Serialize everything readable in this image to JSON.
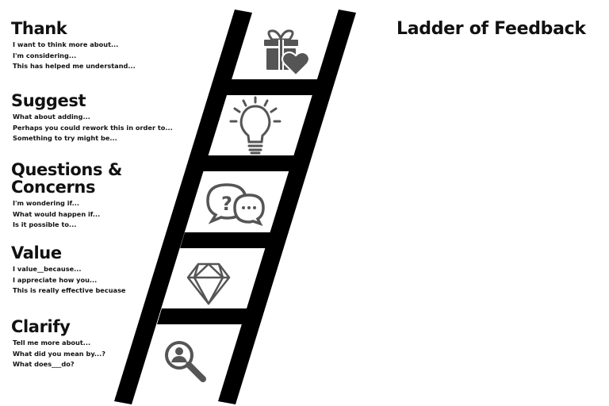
{
  "title": "Ladder of Feedback",
  "steps": [
    {
      "title": "Thank",
      "prompts": [
        "I want to think more about...",
        "I'm considering...",
        "This has helped me understand..."
      ],
      "icon": "gift-heart-icon"
    },
    {
      "title": "Suggest",
      "prompts": [
        "What about adding...",
        "Perhaps you could rework this in order to...",
        "Something to try might be..."
      ],
      "icon": "lightbulb-icon"
    },
    {
      "title": "Questions & Concerns",
      "prompts": [
        "I'm wondering if...",
        "What would happen if...",
        "Is it possible to..."
      ],
      "icon": "question-chat-icon"
    },
    {
      "title": "Value",
      "prompts": [
        "I value__because...",
        "I appreciate how you...",
        "This is really effective becuase"
      ],
      "icon": "diamond-icon"
    },
    {
      "title": "Clarify",
      "prompts": [
        "Tell me more about...",
        "What did you mean by...?",
        "What does___do?"
      ],
      "icon": "magnify-person-icon"
    }
  ],
  "colors": {
    "ladder": "#000000",
    "icon": "#555555",
    "background": "#ffffff"
  }
}
